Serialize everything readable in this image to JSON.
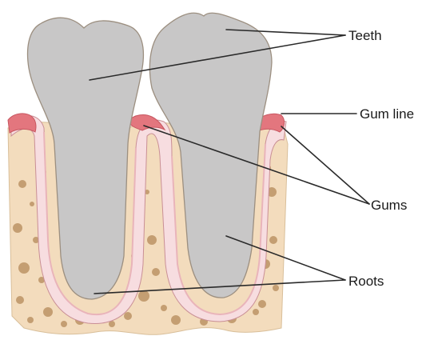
{
  "labels": {
    "teeth": "Teeth",
    "gum_line": "Gum line",
    "gums": "Gums",
    "roots": "Roots"
  },
  "colors": {
    "bone": "#f3dcbd",
    "bone_spots": "#b58a5a",
    "tooth": "#c8c7c7",
    "periodontal": "#f7dde0",
    "gum": "#e3767e",
    "leader": "#2a2a2a"
  }
}
